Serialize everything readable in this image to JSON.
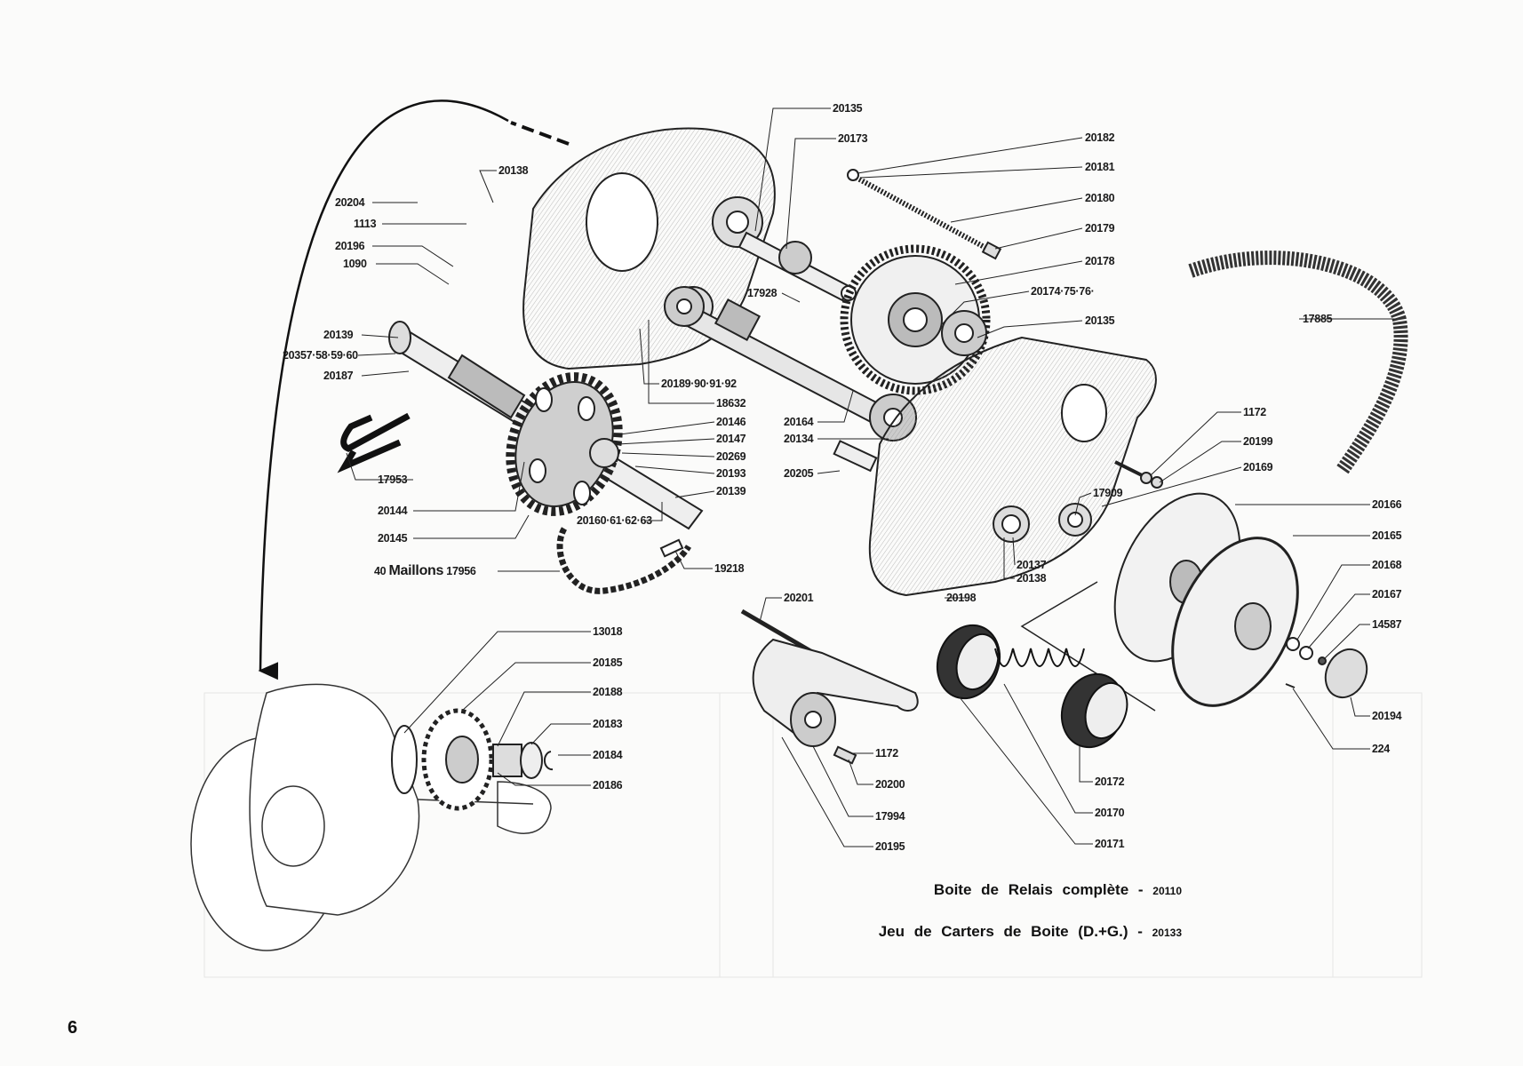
{
  "page_number": "6",
  "labels": [
    "20135",
    "20173",
    "20182",
    "20181",
    "20180",
    "20179",
    "20178",
    "20174·75·76·",
    "20135",
    "20138",
    "20204",
    "1113",
    "20196",
    "1090",
    "20139",
    "20357·58·59·60",
    "20187",
    "17928",
    "20189·90·91·92",
    "18632",
    "20146",
    "20147",
    "20269",
    "20193",
    "20139",
    "20164",
    "20134",
    "20205",
    "17953",
    "20144",
    "20145",
    "20160·61·62·63",
    "19218",
    "17885",
    "1172",
    "20199",
    "20169",
    "17909",
    "20166",
    "20165",
    "20168",
    "20167",
    "14587",
    "20194",
    "224",
    "20137",
    "20138",
    "20198",
    "20201",
    "13018",
    "20185",
    "20188",
    "20183",
    "20184",
    "20186",
    "1172",
    "20200",
    "17994",
    "20195",
    "20172",
    "20170",
    "20171"
  ],
  "chain_label": {
    "count_text": "40",
    "word": "Maillons",
    "part": "17956"
  },
  "captions": [
    {
      "text": "Boite de Relais complète -",
      "part": "20110"
    },
    {
      "text": "Jeu de Carters de Boite (D.+G.) -",
      "part": "20133"
    }
  ]
}
